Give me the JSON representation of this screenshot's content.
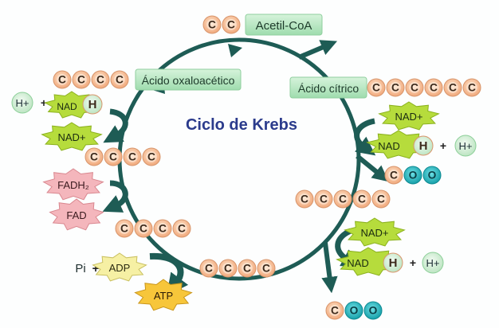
{
  "title": "Ciclo de Krebs",
  "carbon": "C",
  "oxygen": "O",
  "hydrogen": "H",
  "acetyl": "Acetil-CoA",
  "citric": "Ácido cítrico",
  "oxaloacetic": "Ácido oxaloacético",
  "nad_plus": "NAD+",
  "nad": "NAD",
  "h_plus": "H+",
  "plus": "+",
  "fadh2": "FADH₂",
  "fad": "FAD",
  "pi": "Pi",
  "adp": "ADP",
  "atp": "ATP",
  "colors": {
    "carbon": "#f6bf94",
    "oxygen": "#18b8c0",
    "arrow": "#1e5c55",
    "label_box": "#bde8c5",
    "nad_star": "#b6dc3c",
    "fad_star": "#f4b6bc",
    "adp_star": "#f6f0a4",
    "atp_star": "#f7c63a"
  }
}
